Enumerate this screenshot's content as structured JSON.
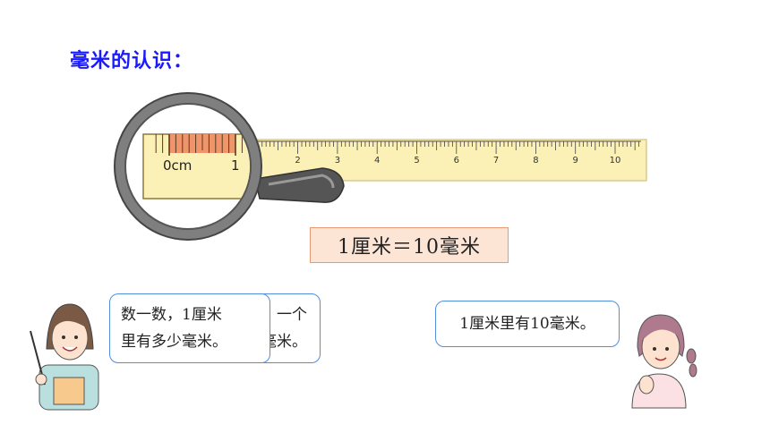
{
  "title": "毫米的认识：",
  "ruler": {
    "zoom_labels": {
      "zero": "0cm",
      "one": "1"
    },
    "numbers": [
      "2",
      "3",
      "4",
      "5",
      "6",
      "7",
      "8",
      "9",
      "10"
    ],
    "highlight_color": "#f0956a",
    "ruler_color": "#fbf0b5"
  },
  "formula": "1厘米＝10毫米",
  "teacher_bubble": {
    "line1": "数一数，1厘米",
    "line2": "里有多少毫米。"
  },
  "teacher_bubble_back": {
    "line1": "一个",
    "line2": "毫米。"
  },
  "student_bubble": "1厘米里有10毫米。"
}
